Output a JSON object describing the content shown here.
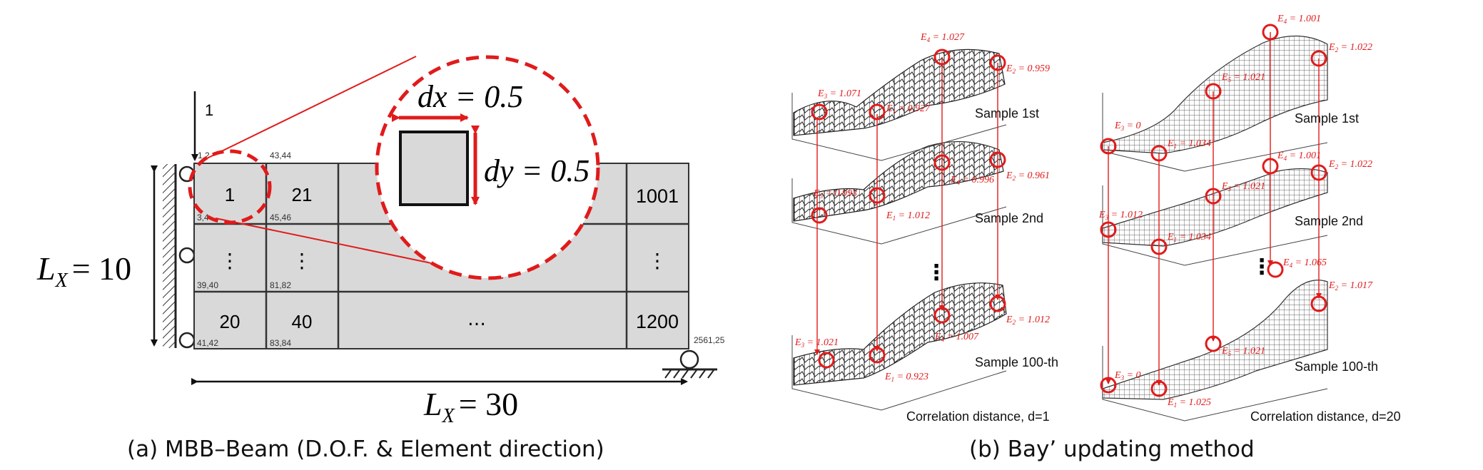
{
  "panel_a": {
    "caption": "(a) MBB–Beam (D.O.F. & Element direction)",
    "load_label": "1",
    "lx_height_label": "L",
    "lx_height_sub": "X",
    "lx_height_value": "= 10",
    "lx_width_label": "L",
    "lx_width_sub": "X",
    "lx_width_value": "= 30",
    "dx_label": "dx = 0.5",
    "dy_label": "dy = 0.5",
    "dof": {
      "tl": "1,2",
      "tl2": "43,44",
      "n34": "3,4",
      "n4546": "45,46",
      "n3940": "39,40",
      "n8182": "81,82",
      "n4142": "41,42",
      "n8384": "83,84",
      "br": "2561,25"
    },
    "elements": {
      "e1": "1",
      "e21": "21",
      "e1001": "1001",
      "ellip1": "⋮",
      "ellip2": "⋮",
      "ellip3": "⋮",
      "e20": "20",
      "e40": "40",
      "dots": "…",
      "e1200": "1200"
    }
  },
  "panel_b": {
    "caption": "(b) Bay’ updating method",
    "left": {
      "corr": "Correlation distance, d=1",
      "s1": "Sample 1st",
      "s2": "Sample 2nd",
      "s3": "Sample 100-th",
      "r1": {
        "e3": "1.071",
        "e1": "0.927",
        "e4": "1.027",
        "e2": "0.959"
      },
      "r2": {
        "e3": "0.993",
        "e1": "1.012",
        "e4": "0.996",
        "e2": "0.961"
      },
      "r3": {
        "e3": "1.021",
        "e1": "0.923",
        "e4": "1.007",
        "e2": "1.012"
      }
    },
    "right": {
      "corr": "Correlation distance, d=20",
      "s1": "Sample 1st",
      "s2": "Sample 2nd",
      "s3": "Sample 100-th",
      "r1": {
        "e3": "0",
        "e1": "1.034",
        "e5": "1.021",
        "e4": "1.001",
        "e2": "1.022"
      },
      "r2": {
        "e3": "1.012",
        "e1": "1.034",
        "e5": "1.021",
        "e4": "1.001",
        "e2": "1.022"
      },
      "r3": {
        "e3": "0",
        "e1": "1.025",
        "e5": "1.021",
        "e4": "1.065",
        "e2": "1.017"
      }
    }
  },
  "colors": {
    "red": "#e01b1b",
    "element_fill": "#d9d9d9",
    "line": "#222222"
  }
}
